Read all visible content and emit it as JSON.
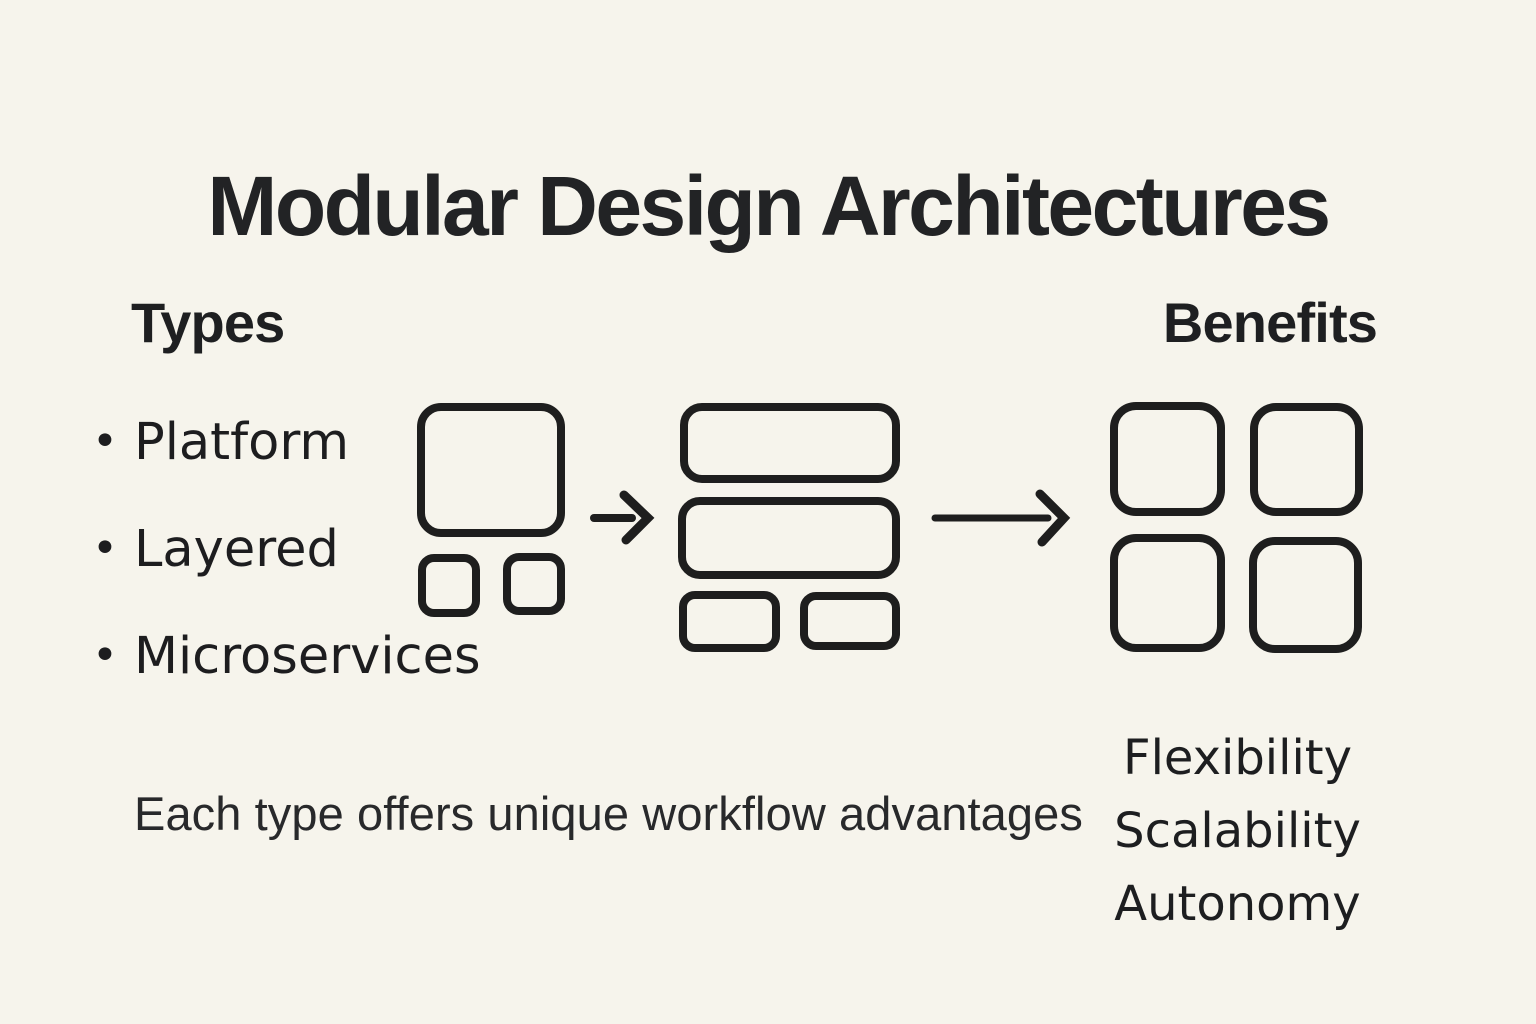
{
  "title": "Modular Design Architectures",
  "types": {
    "heading": "Types",
    "bullet_glyph": "•",
    "items": [
      "Platform",
      "Layered",
      "Microservices"
    ]
  },
  "benefits": {
    "heading": "Benefits",
    "items": [
      "Flexibility",
      "Scalability",
      "Autonomy"
    ]
  },
  "caption": "Each type offers unique workflow advantages",
  "diagram": {
    "groups": [
      {
        "name": "platform-modules",
        "blocks": 3
      },
      {
        "name": "layered-modules",
        "blocks": 4
      },
      {
        "name": "benefit-grid",
        "blocks": 4
      }
    ],
    "arrow_icons": [
      "arrow-right",
      "arrow-right"
    ]
  },
  "colors": {
    "background": "#f6f4ec",
    "text": "#1d1d1f",
    "shape_stroke": "#1e1e1e"
  }
}
